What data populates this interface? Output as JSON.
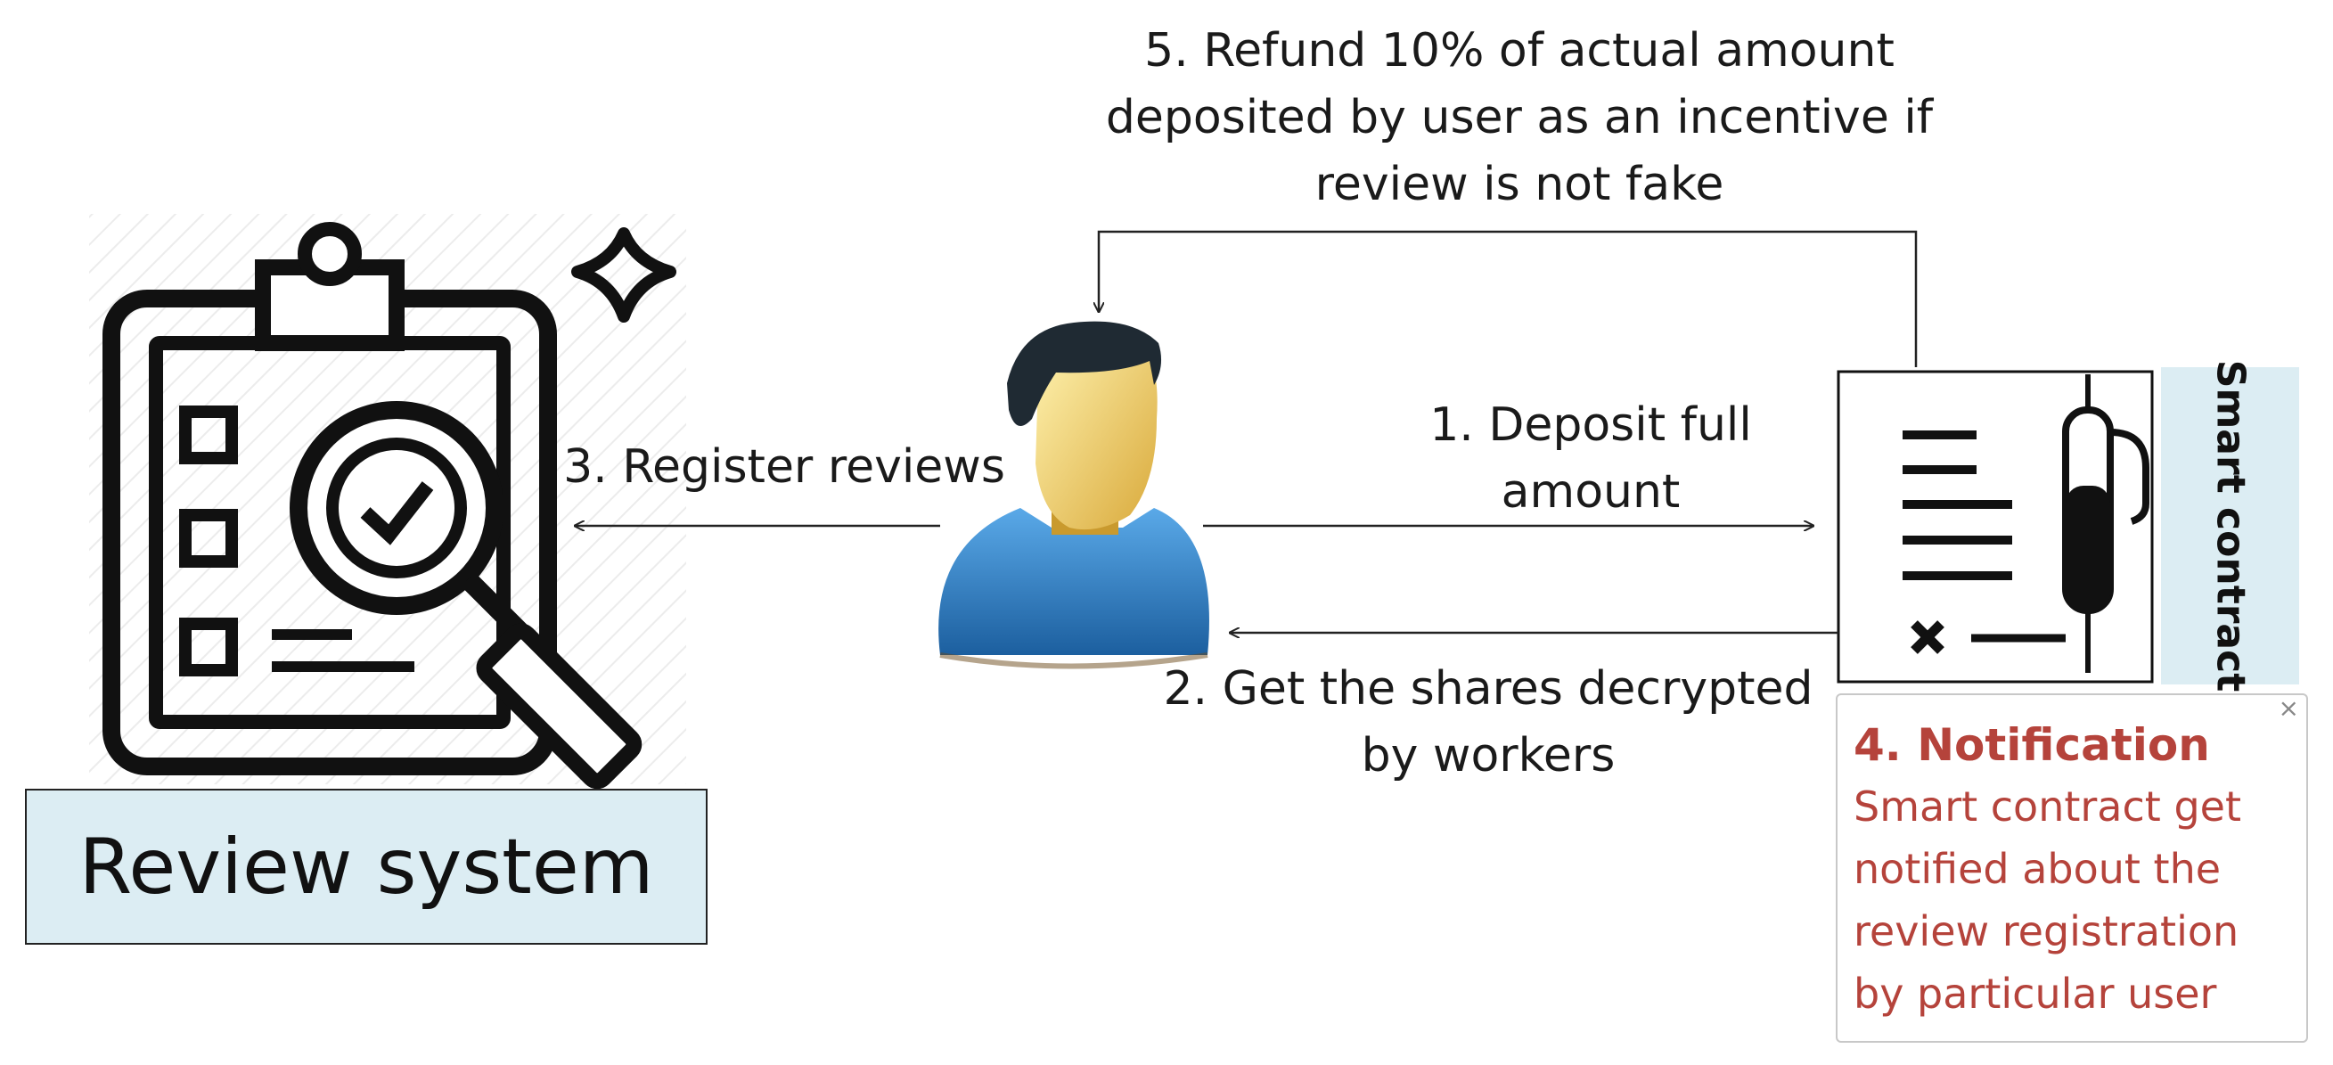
{
  "labels": {
    "refund": [
      "5. Refund 10% of actual amount",
      "deposited by user as an incentive if",
      "review is not fake"
    ],
    "register": "3. Register reviews",
    "deposit": [
      "1. Deposit full",
      "amount"
    ],
    "shares": [
      "2. Get the shares decrypted",
      "by workers"
    ]
  },
  "review_system": {
    "label": "Review system"
  },
  "smart_contract": {
    "label": "Smart contract"
  },
  "notification": {
    "title": "4. Notification",
    "lines": [
      "Smart contract get",
      "notified about the",
      "review registration",
      "by particular user"
    ],
    "close": "×"
  },
  "colors": {
    "panel_bg": "#dcedf3",
    "notification_text": "#b5433b",
    "user_shirt": "#2f7fc8",
    "user_face": "#f0d27a",
    "user_hair": "#1f2a33"
  },
  "icons": [
    "clipboard-search-icon",
    "sparkle-icon",
    "user-avatar-icon",
    "contract-document-icon",
    "pen-icon"
  ]
}
